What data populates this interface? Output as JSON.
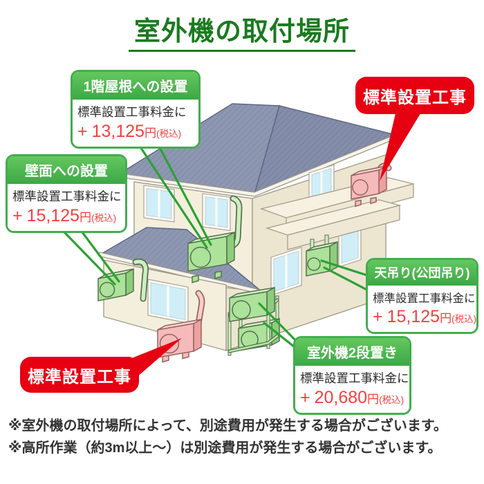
{
  "title": "室外機の取付場所",
  "callouts": {
    "roof_1f": {
      "heading": "1階屋根への設置",
      "fee_label": "標準設置工事料金に",
      "plus": "+",
      "amount": "13,125",
      "currency": "円",
      "tax_note": "(税込)"
    },
    "wall_mount": {
      "heading": "壁面への設置",
      "fee_label": "標準設置工事料金に",
      "plus": "+",
      "amount": "15,125",
      "currency": "円",
      "tax_note": "(税込)"
    },
    "ceiling_hang": {
      "heading": "天吊り(公団吊り)",
      "fee_label": "標準設置工事料金に",
      "plus": "+",
      "amount": "15,125",
      "currency": "円",
      "tax_note": "(税込)"
    },
    "two_tier": {
      "heading": "室外機2段置き",
      "fee_label": "標準設置工事料金に",
      "plus": "+",
      "amount": "20,680",
      "currency": "円",
      "tax_note": "(税込)"
    }
  },
  "bubbles": {
    "top_right": "標準設置工事",
    "bottom_left": "標準設置工事"
  },
  "notes": [
    "※室外機の取付場所によって、別途費用が発生する場合がございます。",
    "※高所作業（約3m以上〜）は別途費用が発生する場合がございます。"
  ],
  "colors": {
    "title_green": "#1b7a1f",
    "callout_border_green": "#41ae4d",
    "bubble_red": "#e60012",
    "price_red": "#f54040",
    "line_green": "#2ca133",
    "roof_blue_gray": "#8e97b1",
    "wall_cream": "#f4efdd",
    "unit_green": "#ace29a",
    "unit_pink": "#f6baba"
  }
}
